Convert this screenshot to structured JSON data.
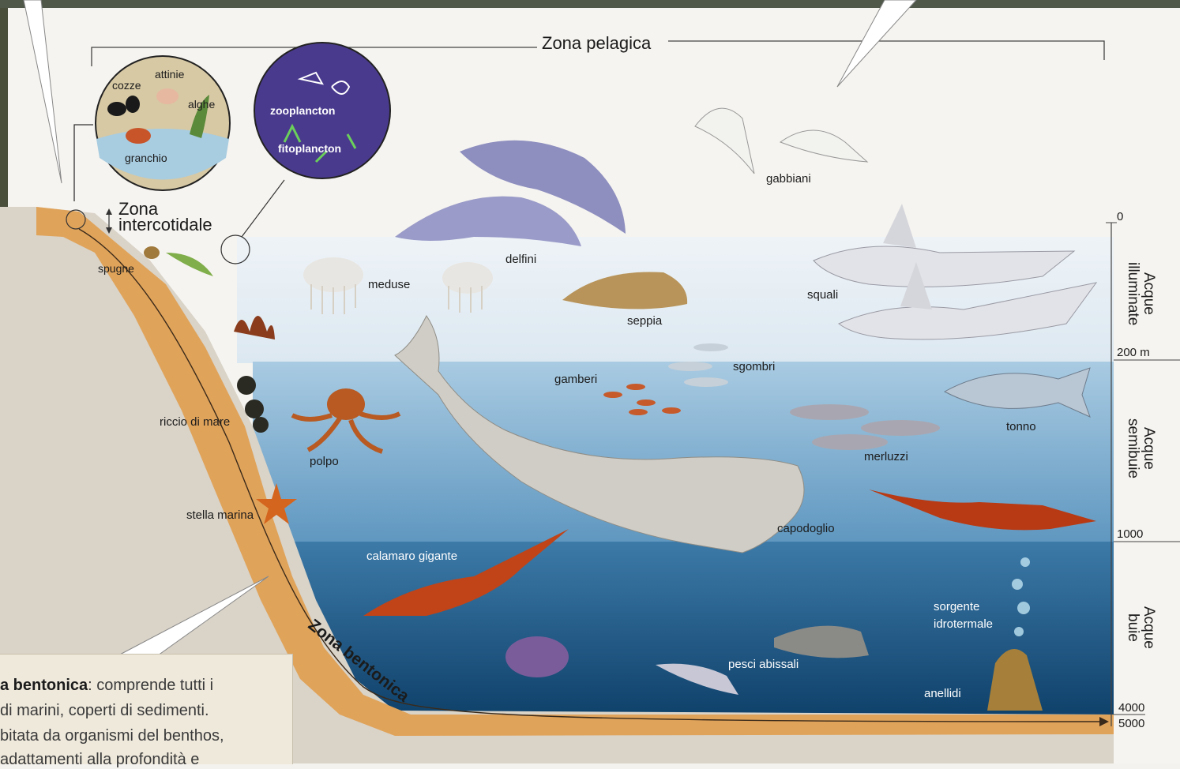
{
  "diagram": {
    "zone_pelagic": "Zona pelagica",
    "zone_intertidal_line1": "Zona",
    "zone_intertidal_line2": "intercotidale",
    "zone_benthic": "Zona bentonica",
    "layers": {
      "lit": "Acque illuminate",
      "dim": "Acque semibuie",
      "dark": "Acque buie"
    },
    "depths": [
      "0",
      "200 m",
      "1000",
      "4000",
      "5000"
    ],
    "inset_shore": [
      "cozze",
      "attinie",
      "alghe",
      "granchio"
    ],
    "inset_plankton": [
      "zooplancton",
      "fitoplancton"
    ],
    "organisms": {
      "gabbiani": "gabbiani",
      "delfini": "delfini",
      "meduse": "meduse",
      "seppia": "seppia",
      "squali": "squali",
      "spugne": "spugne",
      "gamberi": "gamberi",
      "sgombri": "sgombri",
      "tonno": "tonno",
      "riccio": "riccio di mare",
      "polpo": "polpo",
      "merluzzi": "merluzzi",
      "stella": "stella marina",
      "capodoglio": "capodoglio",
      "calamaro": "calamaro gigante",
      "sorgente_1": "sorgente",
      "sorgente_2": "idrotermale",
      "pesci_abissali": "pesci abissali",
      "anellidi": "anellidi"
    },
    "caption_lines": [
      "a bentonica: comprende tutti i",
      "di marini, coperti di sedimenti.",
      "bitata da organismi del benthos,",
      "adattamenti alla profondità e"
    ],
    "caption_bold": "a bentonica",
    "colors": {
      "lit_water": "#dfe9f0",
      "dim_water": "#8fb9d6",
      "dark_water": "#1f5f8e",
      "seabed": "#e0a35a",
      "land": "#d9d3c8"
    }
  }
}
